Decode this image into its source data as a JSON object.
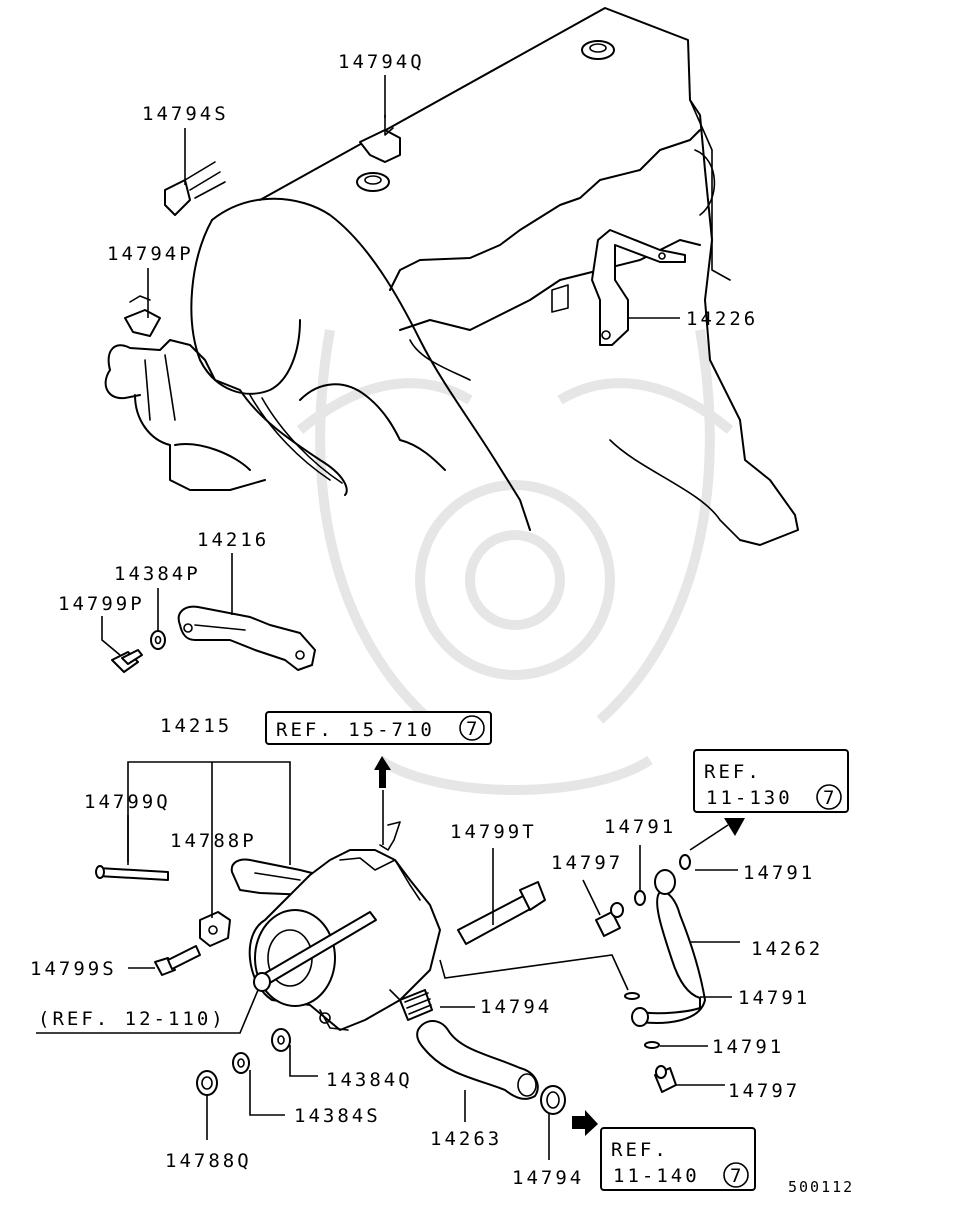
{
  "diagram_code": "500112",
  "part_labels": {
    "p14794Q": "14794Q",
    "p14794S": "14794S",
    "p14794P": "14794P",
    "p14226": "14226",
    "p14216": "14216",
    "p14384P": "14384P",
    "p14799P": "14799P",
    "p14215": "14215",
    "p14799Q": "14799Q",
    "p14788P": "14788P",
    "p14799S": "14799S",
    "p14799T": "14799T",
    "p14791a": "14791",
    "p14797a": "14797",
    "p14791b": "14791",
    "p14262": "14262",
    "p14791c": "14791",
    "p14794a": "14794",
    "p14791d": "14791",
    "p14797b": "14797",
    "p14384Q": "14384Q",
    "p14384S": "14384S",
    "p14263": "14263",
    "p14788Q": "14788Q",
    "p14794b": "14794"
  },
  "references": {
    "ref_15_710": {
      "text": "REF. 15-710",
      "circle": "7"
    },
    "ref_11_130": {
      "line1": "REF.",
      "line2": "11-130",
      "circle": "7"
    },
    "ref_11_140": {
      "line1": "REF.",
      "line2": "11-140",
      "circle": "7"
    },
    "ref_12_110": "(REF. 12-110)"
  }
}
